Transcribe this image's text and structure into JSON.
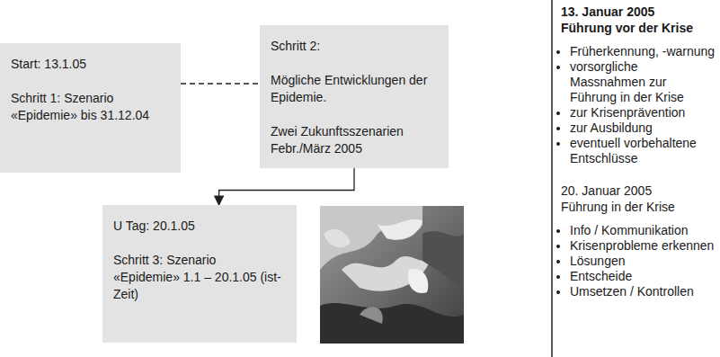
{
  "diagram": {
    "nodes": [
      {
        "text": [
          "Start: 13.1.05",
          "Schritt 1: Szenario «Epidemie» bis 31.12.04"
        ]
      },
      {
        "text": [
          "Schritt 2:",
          "Mögliche Entwicklungen der Epidemie.",
          "Zwei Zukunftsszenarien Febr./März 2005"
        ]
      },
      {
        "text": [
          "U Tag: 20.1.05",
          "Schritt 3: Szenario «Epidemie» 1.1 – 20.1.05 (ist-Zeit)"
        ]
      }
    ],
    "edges": [
      {
        "from": 0,
        "to": 1,
        "arrow": "none"
      },
      {
        "from": 1,
        "to": 2,
        "arrow": "to"
      }
    ],
    "labels": [
      "13. Januar 2005",
      "Führung vor der Krise",
      "Früherkennung, -warnung",
      "vorsorgliche Massnahmen zur Führung in der Krise",
      "zur Krisenprävention",
      "zur Ausbildung",
      "eventuell vorbehaltene Entschlüsse",
      "20. Januar 2005",
      "Führung in der Krise",
      "Info / Kommunikation",
      "Krisenprobleme erkennen",
      "Lösungen",
      "Entscheide",
      "Umsetzen / Kontrollen"
    ]
  }
}
